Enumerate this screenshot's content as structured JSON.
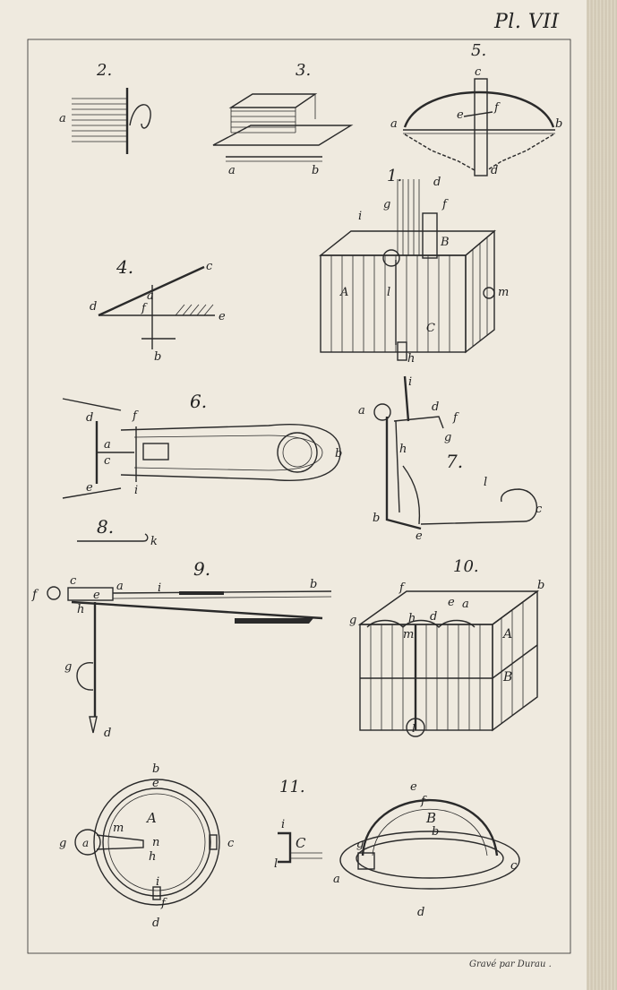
{
  "plate": {
    "title": "Pl. VII",
    "engraver": "Gravé par Durau ."
  },
  "figures": [
    {
      "number": "2.",
      "letters": [
        "a"
      ]
    },
    {
      "number": "3.",
      "letters": [
        "a",
        "b"
      ]
    },
    {
      "number": "5.",
      "letters": [
        "c",
        "a",
        "e",
        "f",
        "b",
        "d"
      ]
    },
    {
      "number": "1.",
      "letters": [
        "d",
        "g",
        "i",
        "f",
        "B",
        "A",
        "l",
        "m",
        "C",
        "h"
      ]
    },
    {
      "number": "4.",
      "letters": [
        "c",
        "a",
        "f",
        "d",
        "e",
        "b"
      ]
    },
    {
      "number": "6.",
      "letters": [
        "d",
        "f",
        "a",
        "c",
        "e",
        "i",
        "b"
      ]
    },
    {
      "number": "7.",
      "letters": [
        "i",
        "a",
        "d",
        "f",
        "g",
        "h",
        "l",
        "b",
        "e",
        "c"
      ]
    },
    {
      "number": "8.",
      "letters": [
        "k"
      ]
    },
    {
      "number": "9.",
      "letters": [
        "c",
        "f",
        "e",
        "a",
        "i",
        "b",
        "h",
        "g",
        "d"
      ]
    },
    {
      "number": "10.",
      "letters": [
        "f",
        "b",
        "e",
        "a",
        "g",
        "h",
        "d",
        "m",
        "A",
        "B",
        "l"
      ]
    },
    {
      "number": "11.",
      "letters": [
        "b",
        "e",
        "A",
        "m",
        "n",
        "g",
        "a",
        "h",
        "c",
        "i",
        "f",
        "d",
        "C",
        "B",
        "l"
      ]
    }
  ]
}
